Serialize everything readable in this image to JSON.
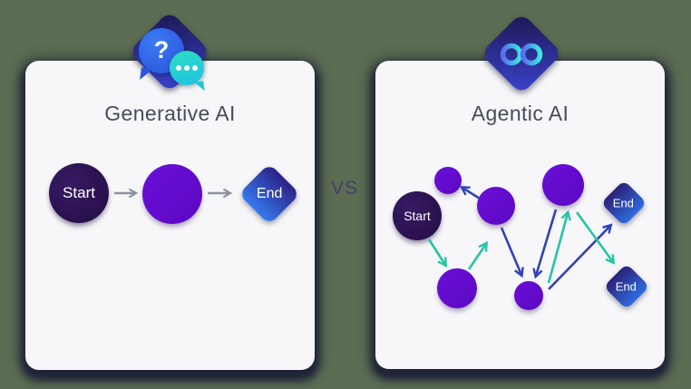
{
  "vs_label": "VS",
  "colors": {
    "bg": "#5c6d53",
    "card_bg": "#f7f7f9",
    "shadow": "#1f2337",
    "title_text": "#474c5b",
    "violet": "#5c08c4",
    "dark_purple": "#240c45",
    "blue_arrow": "#3142b8",
    "teal_arrow": "#26c4a6",
    "gray_arrow": "#8b92a0",
    "end_diamond_gradient": [
      "#2c2187",
      "#3579ec"
    ],
    "badge_gradient": [
      "#1d1750",
      "#3a43d0"
    ],
    "bubble_blue": "#2e63e6",
    "bubble_teal": "#22d3c5"
  },
  "left_panel": {
    "title": "Generative AI",
    "icon": "chat-question-bubbles-icon",
    "question_glyph": "?",
    "nodes": {
      "start_label": "Start",
      "middle_label": "",
      "end_label": "End"
    },
    "flow": [
      "Start",
      "process",
      "End"
    ]
  },
  "right_panel": {
    "title": "Agentic AI",
    "icon": "infinity-icon",
    "nodes": {
      "start_label": "Start",
      "end1_label": "End",
      "end2_label": "End"
    },
    "edges": [
      {
        "from": "start",
        "to": "circle-d",
        "color": "teal"
      },
      {
        "from": "circle-b",
        "to": "circle-a",
        "color": "blue"
      },
      {
        "from": "circle-d",
        "to": "circle-b",
        "color": "teal"
      },
      {
        "from": "circle-b",
        "to": "circle-e",
        "color": "blue"
      },
      {
        "from": "circle-c",
        "to": "circle-e",
        "color": "blue"
      },
      {
        "from": "circle-e",
        "to": "circle-c",
        "color": "teal"
      },
      {
        "from": "circle-e",
        "to": "end1",
        "color": "blue"
      },
      {
        "from": "circle-c",
        "to": "end2",
        "color": "teal"
      }
    ]
  }
}
